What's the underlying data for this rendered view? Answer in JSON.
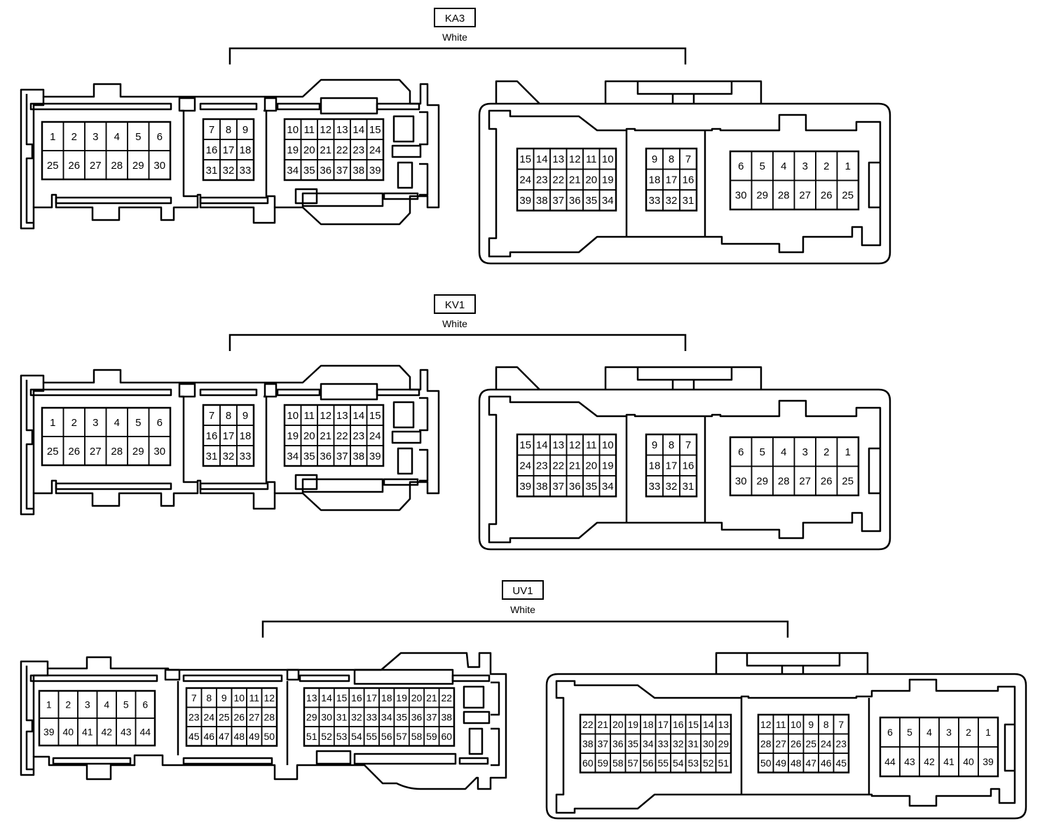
{
  "connectors": [
    {
      "id": "KA3",
      "color": "White",
      "female": {
        "blocks": [
          {
            "rows": [
              [
                "1",
                "2",
                "3",
                "4",
                "5",
                "6"
              ],
              [
                "25",
                "26",
                "27",
                "28",
                "29",
                "30"
              ]
            ]
          },
          {
            "rows": [
              [
                "7",
                "8",
                "9"
              ],
              [
                "16",
                "17",
                "18"
              ],
              [
                "31",
                "32",
                "33"
              ]
            ]
          },
          {
            "rows": [
              [
                "10",
                "11",
                "12",
                "13",
                "14",
                "15"
              ],
              [
                "19",
                "20",
                "21",
                "22",
                "23",
                "24"
              ],
              [
                "34",
                "35",
                "36",
                "37",
                "38",
                "39"
              ]
            ]
          }
        ]
      },
      "male": {
        "blocks": [
          {
            "rows": [
              [
                "15",
                "14",
                "13",
                "12",
                "11",
                "10"
              ],
              [
                "24",
                "23",
                "22",
                "21",
                "20",
                "19"
              ],
              [
                "39",
                "38",
                "37",
                "36",
                "35",
                "34"
              ]
            ]
          },
          {
            "rows": [
              [
                "9",
                "8",
                "7"
              ],
              [
                "18",
                "17",
                "16"
              ],
              [
                "33",
                "32",
                "31"
              ]
            ]
          },
          {
            "rows": [
              [
                "6",
                "5",
                "4",
                "3",
                "2",
                "1"
              ],
              [
                "30",
                "29",
                "28",
                "27",
                "26",
                "25"
              ]
            ]
          }
        ]
      }
    },
    {
      "id": "KV1",
      "color": "White",
      "female": {
        "blocks": [
          {
            "rows": [
              [
                "1",
                "2",
                "3",
                "4",
                "5",
                "6"
              ],
              [
                "25",
                "26",
                "27",
                "28",
                "29",
                "30"
              ]
            ]
          },
          {
            "rows": [
              [
                "7",
                "8",
                "9"
              ],
              [
                "16",
                "17",
                "18"
              ],
              [
                "31",
                "32",
                "33"
              ]
            ]
          },
          {
            "rows": [
              [
                "10",
                "11",
                "12",
                "13",
                "14",
                "15"
              ],
              [
                "19",
                "20",
                "21",
                "22",
                "23",
                "24"
              ],
              [
                "34",
                "35",
                "36",
                "37",
                "38",
                "39"
              ]
            ]
          }
        ]
      },
      "male": {
        "blocks": [
          {
            "rows": [
              [
                "15",
                "14",
                "13",
                "12",
                "11",
                "10"
              ],
              [
                "24",
                "23",
                "22",
                "21",
                "20",
                "19"
              ],
              [
                "39",
                "38",
                "37",
                "36",
                "35",
                "34"
              ]
            ]
          },
          {
            "rows": [
              [
                "9",
                "8",
                "7"
              ],
              [
                "18",
                "17",
                "16"
              ],
              [
                "33",
                "32",
                "31"
              ]
            ]
          },
          {
            "rows": [
              [
                "6",
                "5",
                "4",
                "3",
                "2",
                "1"
              ],
              [
                "30",
                "29",
                "28",
                "27",
                "26",
                "25"
              ]
            ]
          }
        ]
      }
    },
    {
      "id": "UV1",
      "color": "White",
      "female": {
        "blocks": [
          {
            "rows": [
              [
                "1",
                "2",
                "3",
                "4",
                "5",
                "6"
              ],
              [
                "39",
                "40",
                "41",
                "42",
                "43",
                "44"
              ]
            ]
          },
          {
            "rows": [
              [
                "7",
                "8",
                "9",
                "10",
                "11",
                "12"
              ],
              [
                "23",
                "24",
                "25",
                "26",
                "27",
                "28"
              ],
              [
                "45",
                "46",
                "47",
                "48",
                "49",
                "50"
              ]
            ]
          },
          {
            "rows": [
              [
                "13",
                "14",
                "15",
                "16",
                "17",
                "18",
                "19",
                "20",
                "21",
                "22"
              ],
              [
                "29",
                "30",
                "31",
                "32",
                "33",
                "34",
                "35",
                "36",
                "37",
                "38"
              ],
              [
                "51",
                "52",
                "53",
                "54",
                "55",
                "56",
                "57",
                "58",
                "59",
                "60"
              ]
            ]
          }
        ]
      },
      "male": {
        "blocks": [
          {
            "rows": [
              [
                "22",
                "21",
                "20",
                "19",
                "18",
                "17",
                "16",
                "15",
                "14",
                "13"
              ],
              [
                "38",
                "37",
                "36",
                "35",
                "34",
                "33",
                "32",
                "31",
                "30",
                "29"
              ],
              [
                "60",
                "59",
                "58",
                "57",
                "56",
                "55",
                "54",
                "53",
                "52",
                "51"
              ]
            ]
          },
          {
            "rows": [
              [
                "12",
                "11",
                "10",
                "9",
                "8",
                "7"
              ],
              [
                "28",
                "27",
                "26",
                "25",
                "24",
                "23"
              ],
              [
                "50",
                "49",
                "48",
                "47",
                "46",
                "45"
              ]
            ]
          },
          {
            "rows": [
              [
                "6",
                "5",
                "4",
                "3",
                "2",
                "1"
              ],
              [
                "44",
                "43",
                "42",
                "41",
                "40",
                "39"
              ]
            ]
          }
        ]
      }
    }
  ]
}
